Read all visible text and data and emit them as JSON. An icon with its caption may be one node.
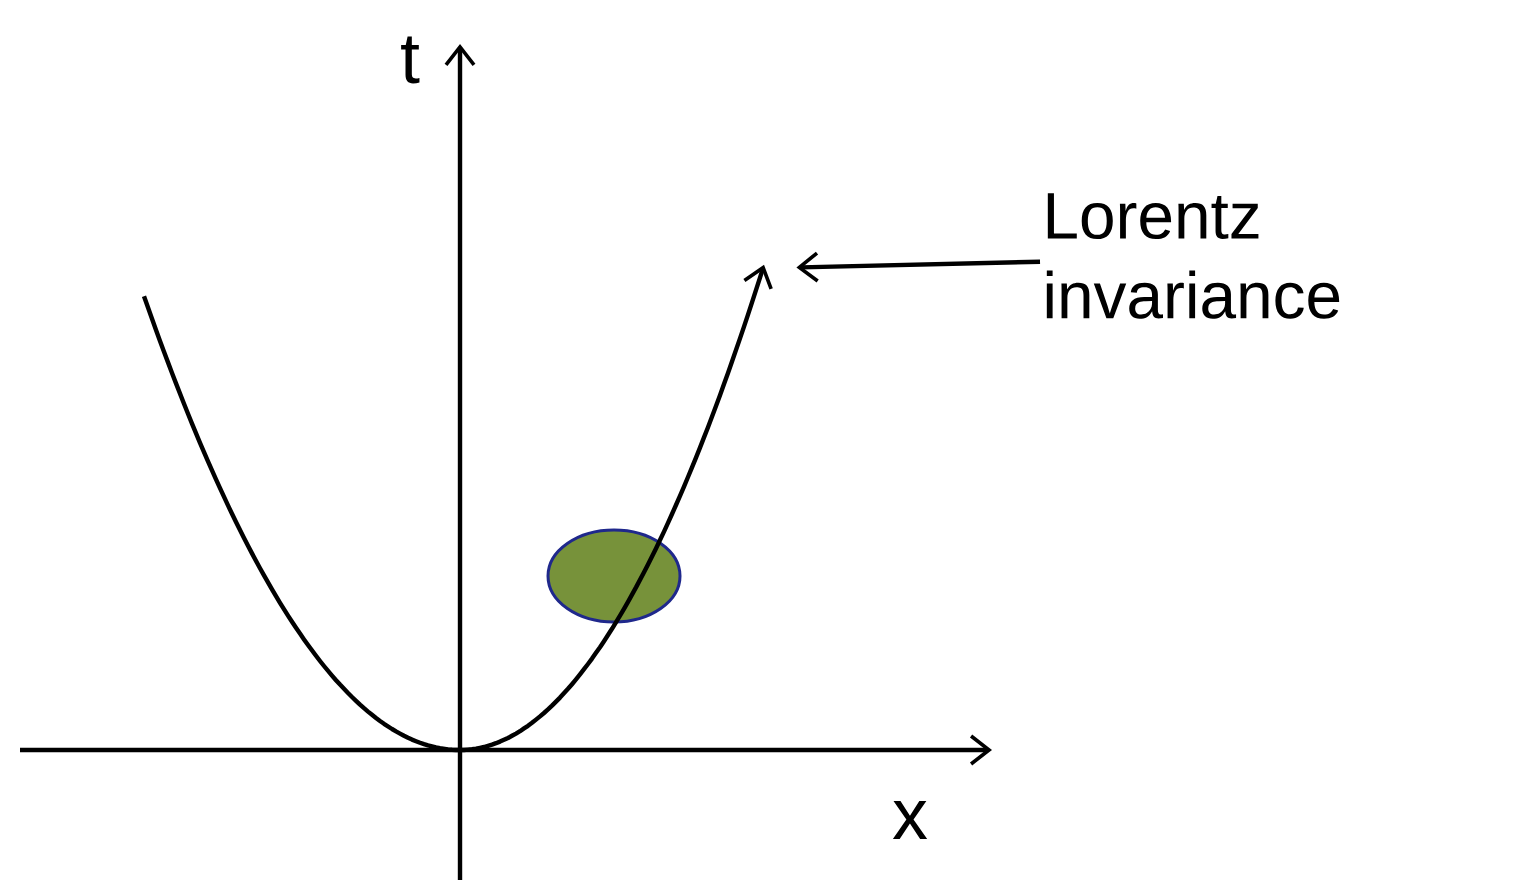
{
  "diagram": {
    "nodes": [
      {
        "text": [
          "Lorentz invariance"
        ]
      },
      {
        "text": [],
        "shape": "curve"
      }
    ],
    "edges": [
      {
        "from": 0,
        "to": 1,
        "arrow": "to"
      }
    ],
    "labels": [
      "t",
      "x"
    ]
  }
}
